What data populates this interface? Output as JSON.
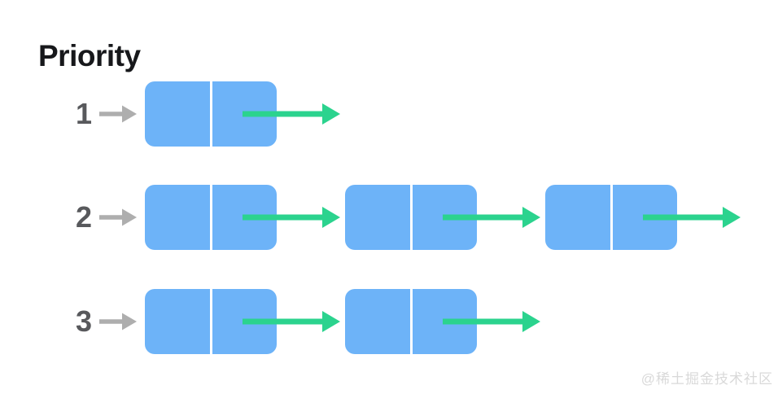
{
  "title": "Priority",
  "watermark": "@稀土掘金技术社区",
  "colors": {
    "node_blue": "#6db3f8",
    "node_divider": "#ffffff",
    "pointer_green": "#2bd38e",
    "priority_arrow_gray": "#aeaeae",
    "priority_number_gray": "#58595c",
    "title_black": "#17181b",
    "watermark_gray": "#d9d9d9",
    "background": "#ffffff"
  },
  "diagram": {
    "type": "priority-linked-lists",
    "cells_per_node": 2,
    "rows": [
      {
        "priority": "1",
        "node_count": 1
      },
      {
        "priority": "2",
        "node_count": 3
      },
      {
        "priority": "3",
        "node_count": 2
      }
    ]
  }
}
